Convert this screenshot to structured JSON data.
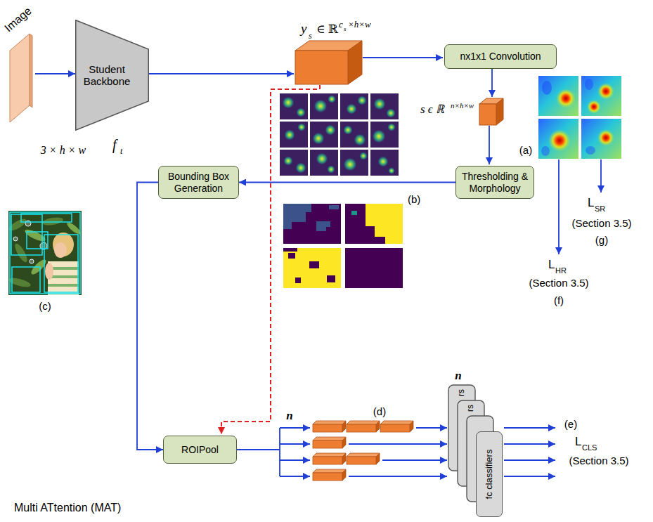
{
  "diagram": {
    "nodes": [
      {
        "text": [
          "Image"
        ]
      },
      {
        "text": [
          "Student Backbone"
        ]
      },
      {
        "text": [
          "Multi ATtention (MAT)"
        ]
      },
      {
        "text": [
          "nx1x1 Convolution"
        ],
        "in": 2
      },
      {
        "text": [
          "Thresholding & Morphology"
        ],
        "in": 2
      },
      {
        "text": [
          "Bounding Box Generation"
        ],
        "in": 2
      },
      {
        "text": [
          "ROIPool"
        ],
        "in": 2
      },
      {
        "text": [
          "fc classifiers"
        ],
        "in": 2
      }
    ],
    "edges": [
      {
        "from": 0,
        "to": 1,
        "arrow": "to"
      },
      {
        "from": 4,
        "to": 5,
        "arrow": "to"
      },
      {
        "from": 5,
        "to": 6,
        "arrow": "to"
      }
    ],
    "labels": [
      "3 × h × w",
      "f",
      "t",
      "y",
      "s",
      "∈ ℝ",
      "c",
      "s",
      "×h×w",
      "s ϵ ℝ",
      "n×h×w",
      "(a)",
      "(b)",
      "(c)",
      "(d)",
      "(e)",
      "(f)",
      "(g)",
      "L",
      "SR",
      "(Section 3.5)",
      "L",
      "HR",
      "(Section 3.5)",
      "L",
      "CLS",
      "(Section 3.5)",
      "n",
      "n",
      "rs",
      "rs"
    ]
  }
}
